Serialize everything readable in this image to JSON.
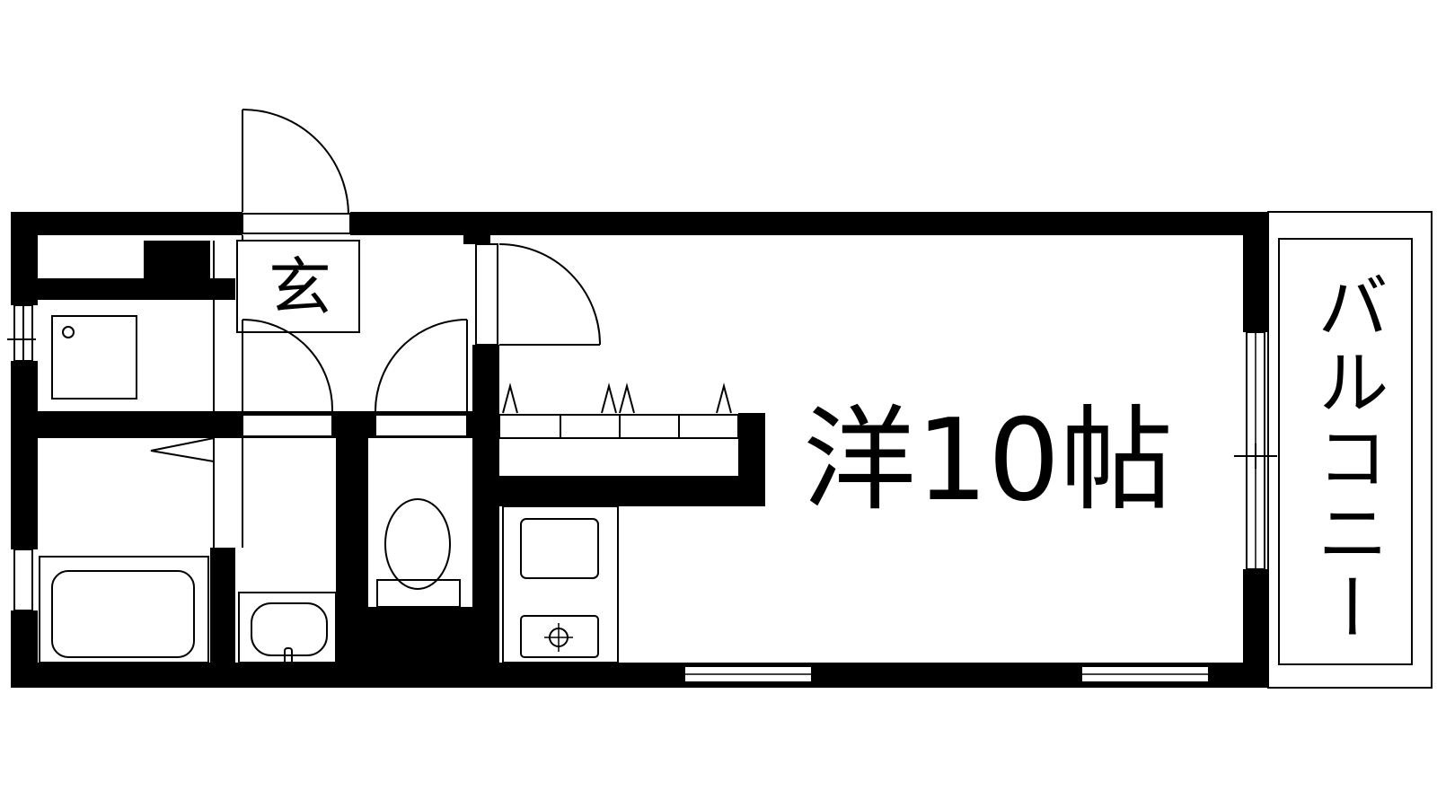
{
  "floorplan": {
    "rooms": {
      "main_room_label": "洋10帖",
      "entrance_label": "玄",
      "balcony_label": "バルコニー"
    },
    "fixtures": [
      "washing-machine-pan",
      "bathtub",
      "wash-basin",
      "toilet",
      "kitchen-sink",
      "gas-stove",
      "closet"
    ],
    "colors": {
      "wall": "#000000",
      "background": "#ffffff",
      "line": "#000000"
    }
  }
}
